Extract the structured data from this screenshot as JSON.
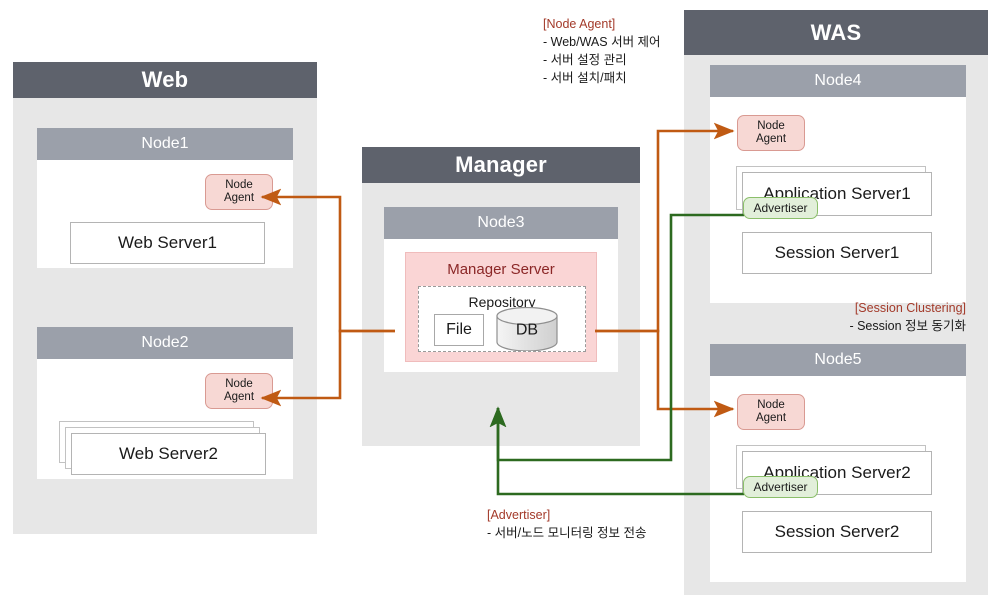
{
  "zones": {
    "web": {
      "title": "Web"
    },
    "manager": {
      "title": "Manager"
    },
    "was": {
      "title": "WAS"
    }
  },
  "nodes": {
    "node1": {
      "title": "Node1",
      "agent_line1": "Node",
      "agent_line2": "Agent",
      "server": "Web Server1"
    },
    "node2": {
      "title": "Node2",
      "agent_line1": "Node",
      "agent_line2": "Agent",
      "server": "Web Server2"
    },
    "node3": {
      "title": "Node3",
      "manager_server": "Manager Server",
      "repository": "Repository",
      "file": "File",
      "db": "DB"
    },
    "node4": {
      "title": "Node4",
      "agent_line1": "Node",
      "agent_line2": "Agent",
      "app_server": "Application Server1",
      "advertiser": "Advertiser",
      "session_server": "Session Server1"
    },
    "node5": {
      "title": "Node5",
      "agent_line1": "Node",
      "agent_line2": "Agent",
      "app_server": "Application Server2",
      "advertiser": "Advertiser",
      "session_server": "Session Server2"
    }
  },
  "annotations": {
    "node_agent": {
      "head": "[Node Agent]",
      "lines": [
        "- Web/WAS 서버 제어",
        "- 서버 설정 관리",
        "- 서버 설치/패치"
      ]
    },
    "advertiser": {
      "head": "[Advertiser]",
      "lines": [
        "- 서버/노드 모니터링 정보 전송"
      ]
    },
    "session_clustering": {
      "head": "[Session Clustering]",
      "lines": [
        "- Session 정보 동기화"
      ]
    }
  },
  "colors": {
    "zone_header": "#5e626c",
    "zone_body": "#e7e7e7",
    "node_header": "#9ba0aa",
    "agent_fill": "#f7d8d4",
    "agent_border": "#d99a92",
    "advertiser_fill": "#e2efda",
    "advertiser_border": "#8bbf6a",
    "manager_server_fill": "#fad5d5",
    "manager_server_text": "#8b2727",
    "control_line": "#c05a13",
    "advertiser_line": "#2d6a20",
    "annotation_head": "#a33a2a"
  },
  "connectors": [
    {
      "name": "manager-to-node1-agent",
      "kind": "control",
      "color": "#c05a13"
    },
    {
      "name": "manager-to-node2-agent",
      "kind": "control",
      "color": "#c05a13"
    },
    {
      "name": "manager-to-node4-agent",
      "kind": "control",
      "color": "#c05a13"
    },
    {
      "name": "manager-to-node5-agent",
      "kind": "control",
      "color": "#c05a13"
    },
    {
      "name": "node4-advertiser-to-manager",
      "kind": "advertiser",
      "color": "#2d6a20"
    },
    {
      "name": "node5-advertiser-to-manager",
      "kind": "advertiser",
      "color": "#2d6a20"
    }
  ]
}
